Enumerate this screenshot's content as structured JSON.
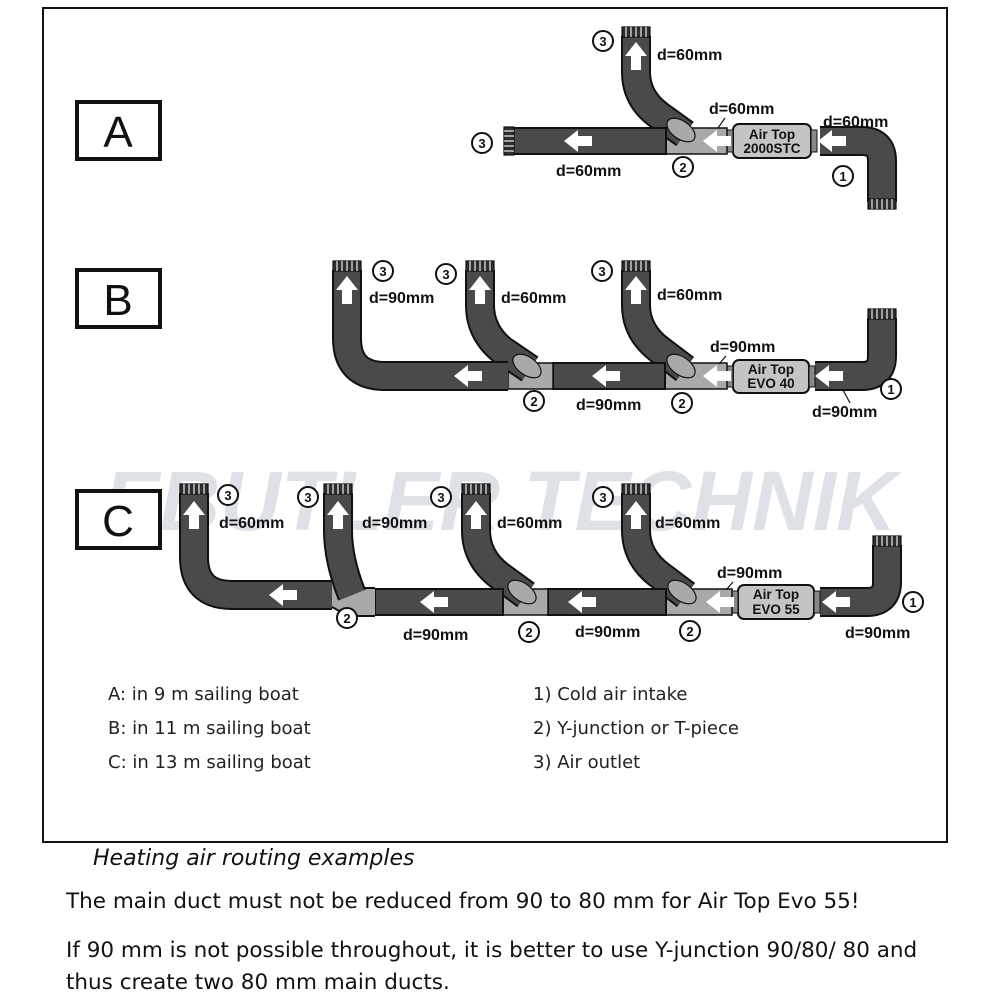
{
  "watermark": "EBUTLER TECHNIK",
  "examples": {
    "A": {
      "label": "A",
      "heater": [
        "Air Top",
        "2000STC"
      ],
      "dims": [
        "d=60mm",
        "d=60mm",
        "d=60mm",
        "d=60mm"
      ],
      "markers": [
        "3",
        "3",
        "2",
        "1"
      ]
    },
    "B": {
      "label": "B",
      "heater": [
        "Air Top",
        "EVO 40"
      ],
      "dims": [
        "d=90mm",
        "d=60mm",
        "d=60mm",
        "d=90mm",
        "d=90mm",
        "d=90mm"
      ],
      "markers": [
        "3",
        "3",
        "3",
        "2",
        "2",
        "1"
      ]
    },
    "C": {
      "label": "C",
      "heater": [
        "Air Top",
        "EVO 55"
      ],
      "dims": [
        "d=60mm",
        "d=90mm",
        "d=60mm",
        "d=60mm",
        "d=90mm",
        "d=90mm",
        "d=90mm",
        "d=90mm"
      ],
      "markers": [
        "3",
        "3",
        "3",
        "3",
        "2",
        "2",
        "2",
        "1"
      ]
    }
  },
  "legend": {
    "boats": [
      "A: in 9 m sailing boat",
      "B: in 11 m sailing boat",
      "C: in 13 m sailing boat"
    ],
    "parts": [
      "1) Cold air intake",
      "2) Y-junction or T-piece",
      "3) Air outlet"
    ]
  },
  "caption": {
    "title": "Heating air routing examples",
    "note1": "The main duct must not be reduced from 90 to 80 mm for Air Top Evo 55!",
    "note2": "If 90 mm is not possible throughout, it is better to use Y-junction 90/80/ 80 and thus create two 80 mm main ducts."
  },
  "colors": {
    "duct": "#4a4a4a",
    "junction": "#a9a9a9",
    "heater": "#c4c4c4",
    "outline": "#111111"
  }
}
